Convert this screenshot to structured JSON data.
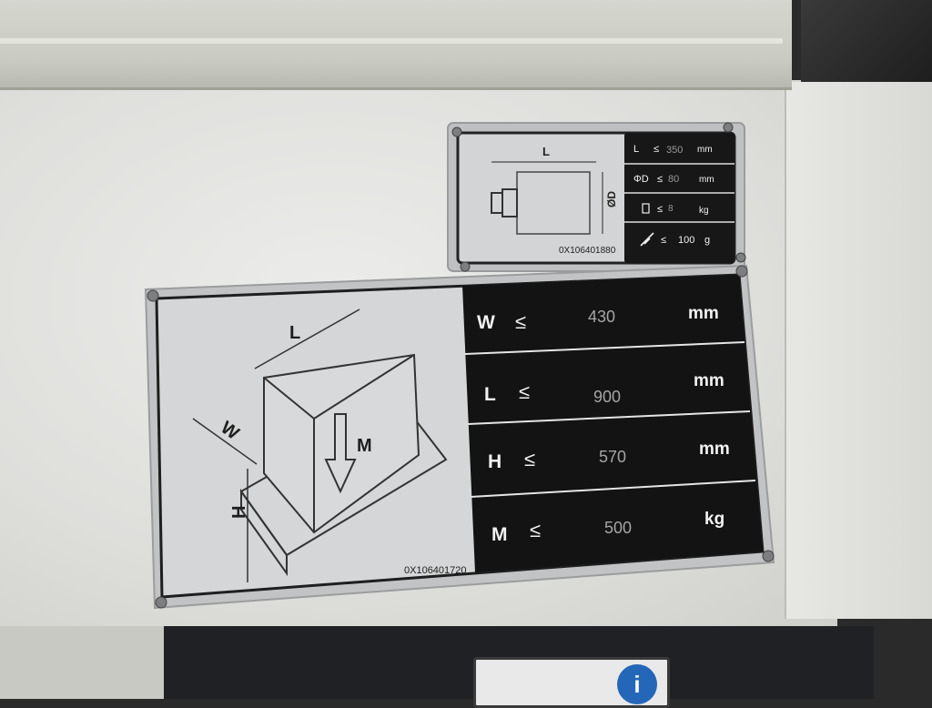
{
  "small_plate": {
    "diagram_label_L": "L",
    "diagram_label_D": "ØD",
    "part_number": "0X106401880",
    "rows": [
      {
        "symbol": "L",
        "op": "≤",
        "value": "350",
        "unit": "mm"
      },
      {
        "symbol": "ΦD",
        "op": "≤",
        "value": "80",
        "unit": "mm"
      },
      {
        "symbol": "",
        "op": "≤",
        "value": "8",
        "unit": "kg"
      },
      {
        "symbol": "",
        "op": "≤",
        "value": "100",
        "unit": "g"
      }
    ]
  },
  "large_plate": {
    "diagram_label_L": "L",
    "diagram_label_W": "W",
    "diagram_label_H": "H",
    "diagram_label_M": "M",
    "part_number": "0X106401720",
    "rows": [
      {
        "symbol": "W",
        "op": "≤",
        "value": "430",
        "unit": "mm"
      },
      {
        "symbol": "L",
        "op": "≤",
        "value": "900",
        "unit": "mm"
      },
      {
        "symbol": "H",
        "op": "≤",
        "value": "570",
        "unit": "mm"
      },
      {
        "symbol": "M",
        "op": "≤",
        "value": "500",
        "unit": "kg"
      }
    ]
  },
  "colors": {
    "plate_metal": "#c9cacb",
    "plate_black": "#151515",
    "plate_text_light": "#f2f2f2",
    "info_icon_blue": "#2467b8"
  },
  "icons": [
    "info-icon",
    "weight-icon",
    "balance-icon",
    "screw-icon"
  ]
}
